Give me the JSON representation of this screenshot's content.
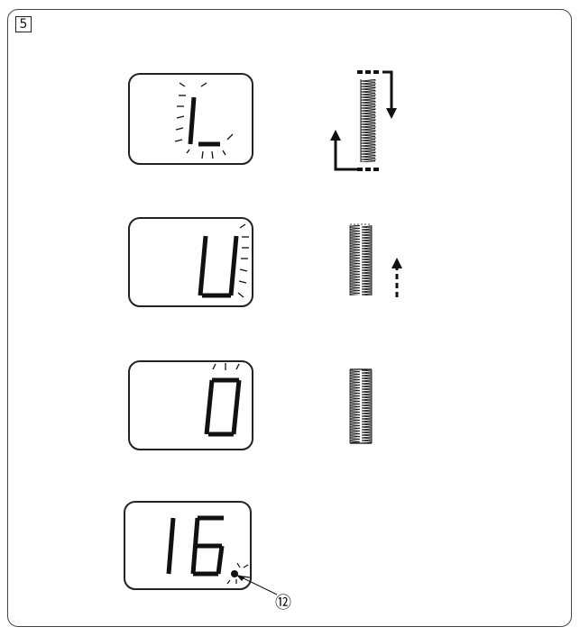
{
  "step": {
    "number": "5"
  },
  "displays": [
    {
      "id": "display-1",
      "reading": "L",
      "blinking": true
    },
    {
      "id": "display-2",
      "reading": "U",
      "blinking": true
    },
    {
      "id": "display-3",
      "reading": "0",
      "blinking": true
    },
    {
      "id": "display-4",
      "reading": "16.",
      "blinking_dot": true
    }
  ],
  "callout": {
    "label": "⑫"
  }
}
